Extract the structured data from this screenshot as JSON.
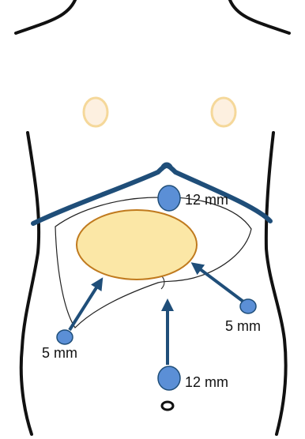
{
  "ports": {
    "subxiphoid": {
      "label": "12 mm"
    },
    "right_lateral": {
      "label": "5 mm"
    },
    "left_lateral": {
      "label": "5 mm"
    },
    "umbilical": {
      "label": "12 mm"
    }
  },
  "colors": {
    "body_outline": "#111111",
    "costal_margin": "#1f4e79",
    "port_fill": "#5b8fd6",
    "port_stroke": "#1f4e79",
    "arrow": "#1f4e79",
    "tumor_fill": "#fbe7a6",
    "tumor_stroke": "#c07a1e",
    "nipple_fill": "#fdf0e0",
    "nipple_stroke": "#f5d89a",
    "liver_outline": "#222222"
  }
}
